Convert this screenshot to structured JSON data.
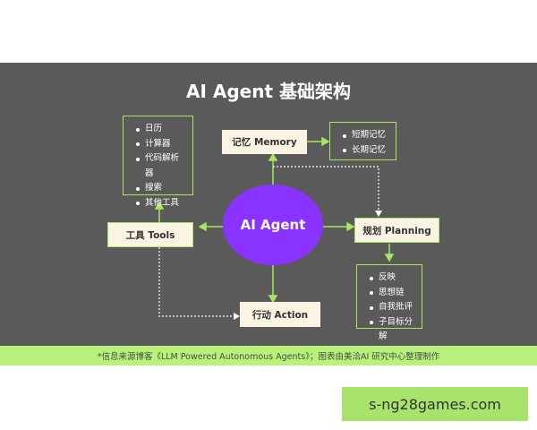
{
  "diagram": {
    "title": "AI Agent 基础架构",
    "center": "AI Agent",
    "memory": {
      "label": "记忆 Memory",
      "items": [
        "短期记忆",
        "长期记忆"
      ]
    },
    "tools": {
      "label": "工具 Tools",
      "items": [
        "日历",
        "计算器",
        "代码解析器",
        "搜索",
        "其他工具"
      ]
    },
    "planning": {
      "label": "规划 Planning",
      "items": [
        "反映",
        "思想链",
        "自我批评",
        "子目标分解"
      ]
    },
    "action": {
      "label": "行动 Action"
    },
    "footer": "*信息来源博客《LLM Powered Autonomous Agents》；图表由美洽AI 研究中心整理制作"
  },
  "link": {
    "label": "s-ng28games.com"
  },
  "colors": {
    "panel": "#5a5a5a",
    "accent": "#a6e660",
    "agent": "#8a33ff",
    "box": "#fbf4e3",
    "footer": "#b8f27a"
  }
}
